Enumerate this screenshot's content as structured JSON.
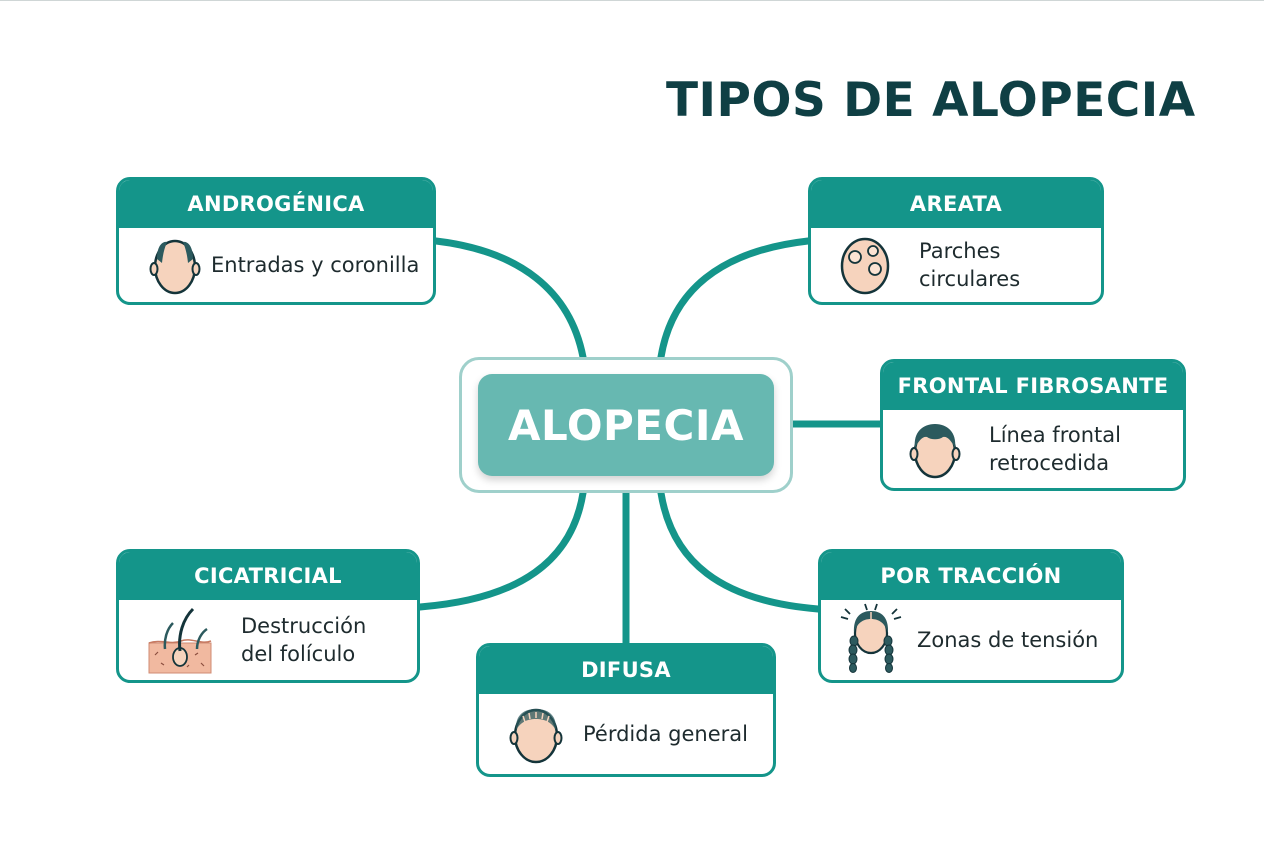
{
  "title": "TIPOS DE ALOPECIA",
  "center": {
    "label": "ALOPECIA"
  },
  "nodes": [
    {
      "key": "androgenica",
      "title": "ANDROGÉNICA",
      "desc_lines": [
        "Entradas y coronilla"
      ],
      "icon": "bald-head-icon"
    },
    {
      "key": "areata",
      "title": "AREATA",
      "desc_lines": [
        "Parches",
        "circulares"
      ],
      "icon": "patchy-head-icon"
    },
    {
      "key": "frontal",
      "title": "FRONTAL FIBROSANTE",
      "desc_lines": [
        "Línea frontal",
        "retrocedida"
      ],
      "icon": "receding-hairline-icon"
    },
    {
      "key": "cicatricial",
      "title": "CICATRICIAL",
      "desc_lines": [
        "Destrucción",
        "del folículo"
      ],
      "icon": "hair-follicle-icon"
    },
    {
      "key": "difusa",
      "title": "DIFUSA",
      "desc_lines": [
        "Pérdida general"
      ],
      "icon": "thinning-head-icon"
    },
    {
      "key": "traccion",
      "title": "POR TRACCIÓN",
      "desc_lines": [
        "Zonas de tensión"
      ],
      "icon": "braided-head-icon"
    }
  ],
  "colors": {
    "accent": "#14958a",
    "center_fill": "#67b8b1",
    "title": "#0f3f44",
    "skin": "#f6d3bd"
  }
}
